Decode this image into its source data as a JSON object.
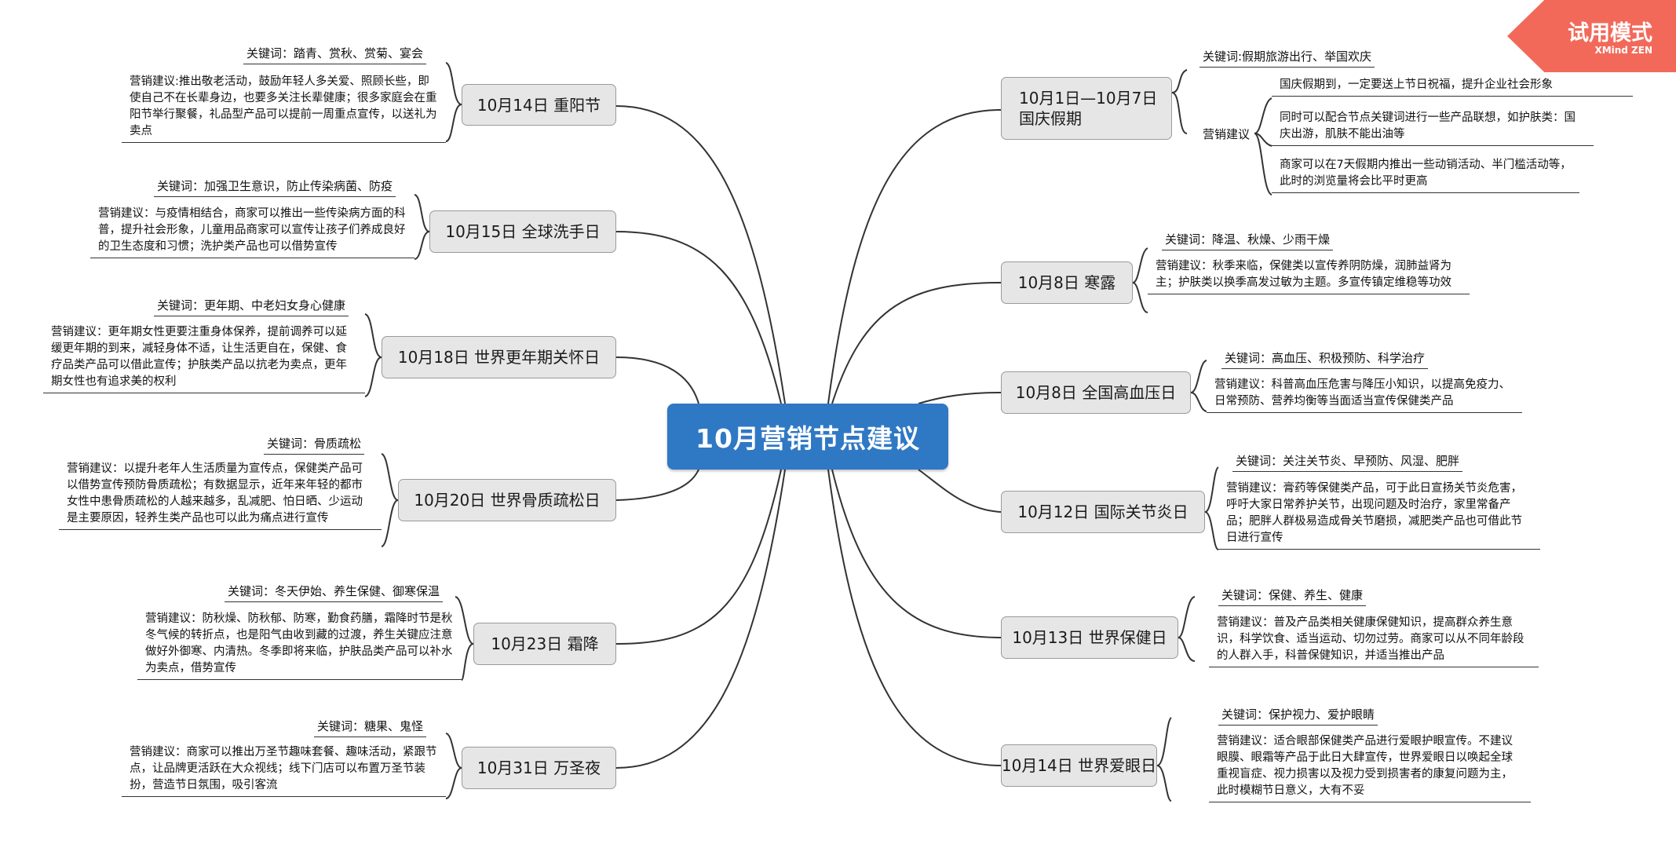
{
  "central": "10月营销节点建议",
  "watermark": {
    "title": "试用模式",
    "brand": "XMind ZEN"
  },
  "right_nodes": [
    {
      "id": "guoqing",
      "title": "10月1日—10月7日",
      "title2": "国庆假期",
      "keyword": "关键词:假期旅游出行、举国欢庆",
      "sub_label": "营销建议",
      "sub_items": [
        "国庆假期到，一定要送上节日祝福，提升企业社会形象",
        "同时可以配合节点关键词进行一些产品联想，如护肤类：国庆出游，肌肤不能出油等",
        "商家可以在7天假期内推出一些动销活动、半门槛活动等，此时的浏览量将会比平时更高"
      ]
    },
    {
      "id": "hanlu",
      "title": "10月8日 寒露",
      "keyword": "关键词：降温、秋燥、少雨干燥",
      "desc": "营销建议：秋季来临，保健类以宣传养阴防燥，润肺益肾为主；护肤类以换季高发过敏为主题。多宣传镇定维稳等功效"
    },
    {
      "id": "gaoxueya",
      "title": "10月8日 全国高血压日",
      "keyword": "关键词：高血压、积极预防、科学治疗",
      "desc": "营销建议：科普高血压危害与降压小知识，以提高免疫力、日常预防、营养均衡等当面适当宣传保健类产品"
    },
    {
      "id": "guanjieyan",
      "title": "10月12日 国际关节炎日",
      "keyword": "关键词：关注关节炎、早预防、风湿、肥胖",
      "desc": "营销建议：膏药等保健类产品，可于此日宣扬关节炎危害，呼吁大家日常养护关节，出现问题及时治疗，家里常备产品；肥胖人群极易造成骨关节磨损，减肥类产品也可借此节日进行宣传"
    },
    {
      "id": "baojian",
      "title": "10月13日 世界保健日",
      "keyword": "关键词：保健、养生、健康",
      "desc": "营销建议：普及产品类相关健康保健知识，提高群众养生意识，科学饮食、适当运动、切勿过劳。商家可以从不同年龄段的人群入手，科普保健知识，并适当推出产品"
    },
    {
      "id": "aiyan",
      "title": "10月14日 世界爱眼日",
      "keyword": "关键词：保护视力、爱护眼睛",
      "desc": "营销建议：适合眼部保健类产品进行爱眼护眼宣传。不建议眼膜、眼霜等产品于此日大肆宣传，世界爱眼日以唤起全球重视盲症、视力损害以及视力受到损害者的康复问题为主，此时模糊节日意义，大有不妥"
    }
  ],
  "left_nodes": [
    {
      "id": "chongyang",
      "title": "10月14日 重阳节",
      "keyword": "关键词：踏青、赏秋、赏菊、宴会",
      "desc": "营销建议:推出敬老活动，鼓励年轻人多关爱、照顾长些，即使自己不在长辈身边，也要多关注长辈健康；很多家庭会在重阳节举行聚餐，礼品型产品可以提前一周重点宣传，以送礼为卖点"
    },
    {
      "id": "xishou",
      "title": "10月15日 全球洗手日",
      "keyword": "关键词：加强卫生意识，防止传染病菌、防疫",
      "desc": "营销建议：与疫情相结合，商家可以推出一些传染病方面的科普，提升社会形象，儿童用品商家可以宣传让孩子们养成良好的卫生态度和习惯；洗护类产品也可以借势宣传"
    },
    {
      "id": "gengnianqi",
      "title": "10月18日 世界更年期关怀日",
      "keyword": "关键词：更年期、中老妇女身心健康",
      "desc": "营销建议：更年期女性更要注重身体保养，提前调养可以延缓更年期的到来，减轻身体不适，让生活更自在，保健、食疗品类产品可以借此宣传；护肤类产品以抗老为卖点，更年期女性也有追求美的权利"
    },
    {
      "id": "gushusong",
      "title": "10月20日 世界骨质疏松日",
      "keyword": "关键词：骨质疏松",
      "desc": "营销建议：以提升老年人生活质量为宣传点，保健类产品可以借势宣传预防骨质疏松；有数据显示，近年来年轻的都市女性中患骨质疏松的人越来越多，乱减肥、怕日晒、少运动是主要原因，轻养生类产品也可以此为痛点进行宣传"
    },
    {
      "id": "shuangjiang",
      "title": "10月23日 霜降",
      "keyword": "关键词：冬天伊始、养生保健、御寒保温",
      "desc": "营销建议：防秋燥、防秋郁、防寒，勤食药膳，霜降时节是秋冬气候的转折点，也是阳气由收到藏的过渡，养生关键应注意做好外御寒、内清热。冬季即将来临，护肤品类产品可以补水为卖点，借势宣传"
    },
    {
      "id": "wanshengye",
      "title": "10月31日 万圣夜",
      "keyword": "关键词：糖果、鬼怪",
      "desc": "营销建议：商家可以推出万圣节趣味套餐、趣味活动，紧跟节点，让品牌更活跃在大众视线；线下门店可以布置万圣节装扮，营造节日氛围，吸引客流"
    }
  ]
}
